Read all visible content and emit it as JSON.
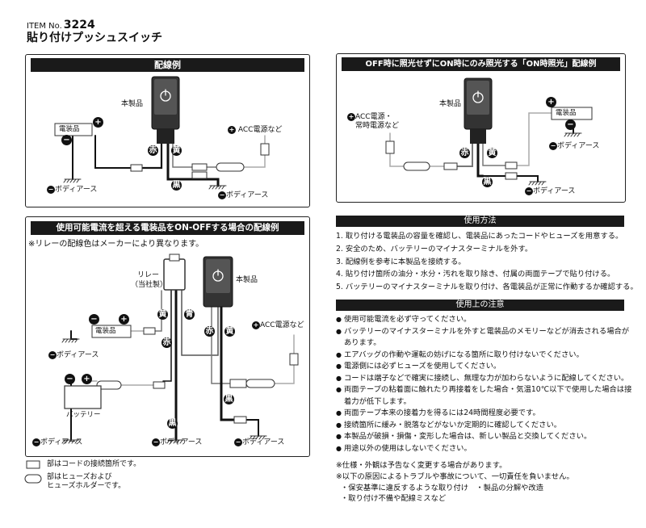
{
  "header": {
    "item_no_label": "ITEM No.",
    "item_no_value": "3224",
    "product_name": "貼り付けプッシュスイッチ"
  },
  "panel_wiring": {
    "title": "配線例",
    "product": "本製品",
    "appliance": "電装品",
    "acc": "ACC電源など",
    "earth_left": "ボディアース",
    "earth_right": "ボディアース",
    "red": "赤",
    "yellow": "黄",
    "black": "黒",
    "plus": "+",
    "minus": "−"
  },
  "panel_on_lit": {
    "title": "OFF時に照光せずにON時にのみ照光する「ON時照光」配線例",
    "product": "本製品",
    "appliance": "電装品",
    "acc_line1": "ACC電源・",
    "acc_line2": "常時電源など",
    "earth_top": "ボディアース",
    "earth_bottom": "ボディアース",
    "red": "赤",
    "yellow": "黄",
    "black": "黒",
    "plus": "+",
    "minus": "−"
  },
  "panel_relay": {
    "title": "使用可能電流を超える電装品をON-OFFする場合の配線例",
    "note": "※リレーの配線色はメーカーにより異なります。",
    "relay_line1": "リレー",
    "relay_line2": "（当社製）",
    "product": "本製品",
    "appliance": "電装品",
    "battery": "バッテリー",
    "acc": "ACC電源など",
    "earth1": "ボディアース",
    "earth2": "ボディアース",
    "earth3": "ボディアース",
    "earth4": "ボディアース",
    "yellow": "黄",
    "blue": "青",
    "red": "赤",
    "black": "黒",
    "plus": "+",
    "minus": "−"
  },
  "legend": {
    "connector": "部はコードの接続箇所です。",
    "fuse_line1": "部はヒューズおよび",
    "fuse_line2": "ヒューズホルダーです。"
  },
  "usage": {
    "title": "使用方法",
    "steps": [
      "1. 取り付ける電装品の容量を確認し、電装品にあったコードやヒューズを用意する。",
      "2. 安全のため、バッテリーのマイナスターミナルを外す。",
      "3. 配線例を参考に本製品を接続する。",
      "4. 貼り付け箇所の油分・水分・汚れを取り除き、付属の両面テープで貼り付ける。",
      "5. バッテリーのマイナスターミナルを取り付け、各電装品が正常に作動するか確認する。"
    ]
  },
  "cautions": {
    "title": "使用上の注意",
    "items": [
      "使用可能電流を必ず守ってください。",
      "バッテリーのマイナスターミナルを外すと電装品のメモリーなどが消去される場合があります。",
      "エアバッグの作動や運転の妨げになる箇所に取り付けないでください。",
      "電源側には必ずヒューズを使用してください。",
      "コードは端子などで確実に接続し、無理な力が加わらないように配線してください。",
      "両面テープの粘着面に触れたり再接着をした場合・気温10℃以下で使用した場合は接着力が低下します。",
      "両面テープ本来の接着力を得るには24時間程度必要です。",
      "接続箇所に緩み・脱落などがないか定期的に確認してください。",
      "本製品が破損・損傷・変形した場合は、新しい製品と交換してください。",
      "用途以外の使用はしないでください。"
    ]
  },
  "disclaimer": {
    "line1": "※仕様・外観は予告なく変更する場合があります。",
    "line2": "※以下の原因によるトラブルや事故について、一切責任を負いません。",
    "line3": "・保安基準に違反するような取り付け　・製品の分解や改造",
    "line4": "・取り付け不備や配線ミスなど"
  }
}
